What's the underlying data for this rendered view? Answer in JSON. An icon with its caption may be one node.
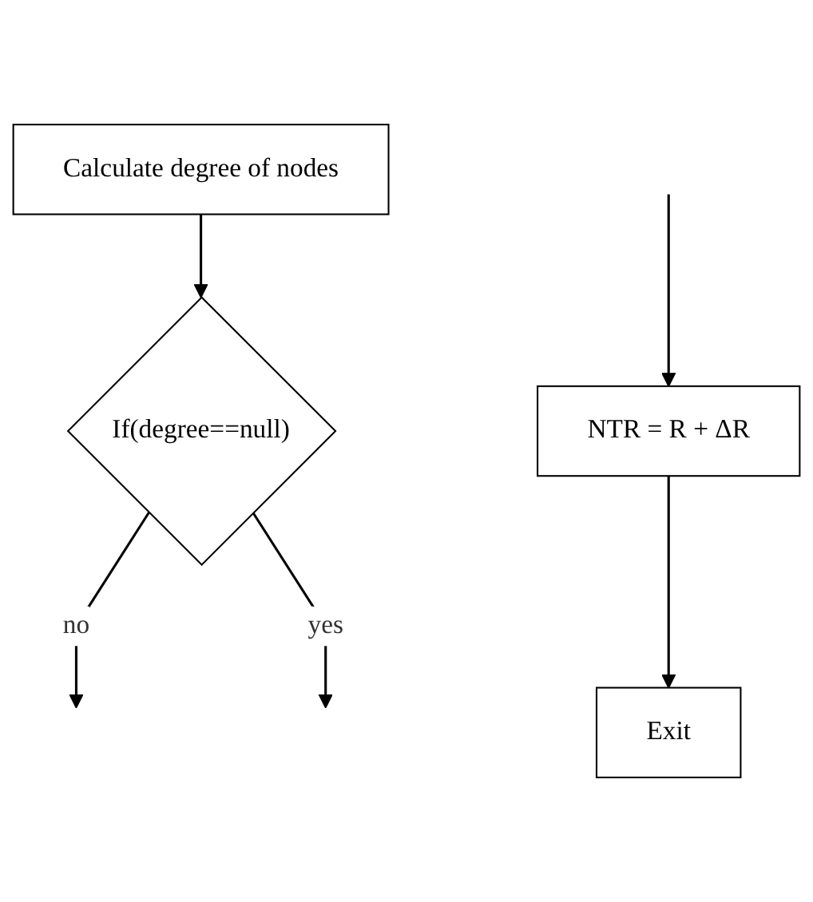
{
  "diagram": {
    "nodes": [
      {
        "text": [
          "Calculate degree of nodes"
        ]
      },
      {
        "text": [
          "If(degree==null)"
        ]
      },
      {
        "text": [
          "NTR = R + ΔR"
        ]
      },
      {
        "text": [
          "Exit"
        ]
      }
    ],
    "edges": [
      {
        "from": 0,
        "to": 1,
        "arrow": "to"
      },
      {
        "from": 1,
        "to": null,
        "label": "no",
        "arrow": "to"
      },
      {
        "from": 1,
        "to": null,
        "label": "yes",
        "arrow": "to"
      },
      {
        "from": null,
        "to": 2,
        "arrow": "to"
      },
      {
        "from": 2,
        "to": 3,
        "arrow": "to"
      }
    ]
  }
}
